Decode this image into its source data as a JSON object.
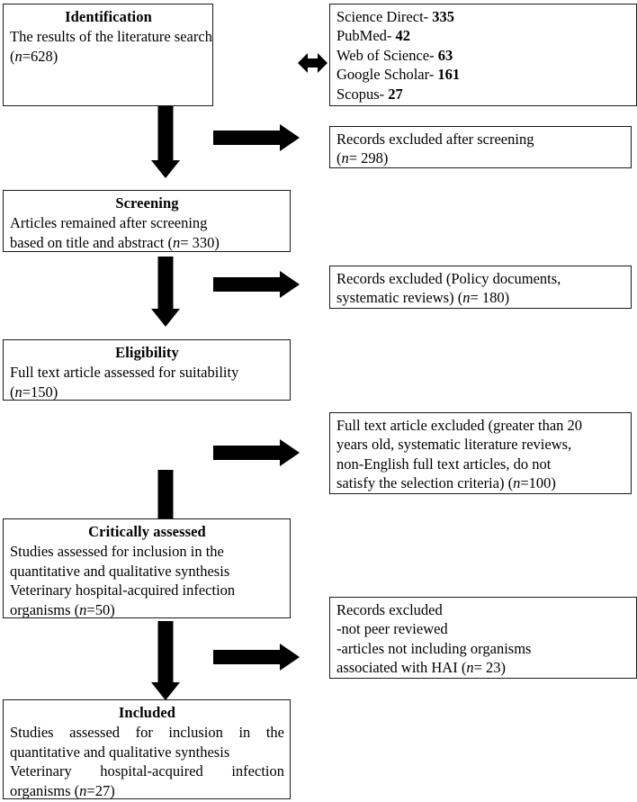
{
  "diagram": {
    "type": "prisma-flow-diagram",
    "stages": [
      {
        "id": "identification",
        "title": "Identification",
        "lines": [
          "The results of the literature search",
          "(n=628)"
        ]
      },
      {
        "id": "screening",
        "title": "Screening",
        "lines": [
          "Articles remained after screening",
          "based on title and abstract (n= 330)"
        ]
      },
      {
        "id": "eligibility",
        "title": "Eligibility",
        "lines": [
          "Full text article assessed for suitability",
          "(n=150)"
        ]
      },
      {
        "id": "critically-assessed",
        "title": "Critically assessed",
        "lines": [
          "Studies assessed for inclusion in the",
          "quantitative and qualitative synthesis",
          "Veterinary hospital-acquired infection",
          "organisms (n=50)"
        ]
      },
      {
        "id": "included",
        "title": "Included",
        "lines": [
          "Studies assessed for inclusion in the",
          "quantitative and qualitative synthesis",
          "Veterinary hospital-acquired infection",
          "organisms (n=27)"
        ]
      }
    ],
    "sources": {
      "id": "database-sources",
      "items": [
        {
          "name": "Science Direct-",
          "count": "335"
        },
        {
          "name": "PubMed-",
          "count": "42"
        },
        {
          "name": "Web of Science-",
          "count": "63"
        },
        {
          "name": "Google Scholar-",
          "count": "161"
        },
        {
          "name": "Scopus-",
          "count": "27"
        }
      ]
    },
    "exclusions": [
      {
        "id": "excluded-after-screening",
        "lines": [
          "Records excluded after screening",
          "(n= 298)"
        ]
      },
      {
        "id": "excluded-policy-documents",
        "lines": [
          "Records excluded (Policy documents,",
          "systematic reviews) (n= 180)"
        ]
      },
      {
        "id": "excluded-full-text",
        "lines": [
          "Full text article excluded (greater than 20",
          "years old, systematic literature reviews,",
          "non-English full text articles, do not",
          "satisfy the selection criteria) (n=100)"
        ]
      },
      {
        "id": "excluded-not-peer-reviewed",
        "lines": [
          "Records excluded",
          "-not peer reviewed",
          "-articles not including organisms",
          "associated with HAI (n= 23)"
        ]
      }
    ],
    "arrows": [
      {
        "id": "identification-to-sources",
        "kind": "double-headed-horizontal"
      },
      {
        "id": "identification-down",
        "kind": "down"
      },
      {
        "id": "to-excluded-after-screening",
        "kind": "right"
      },
      {
        "id": "screening-down",
        "kind": "down"
      },
      {
        "id": "to-excluded-policy-documents",
        "kind": "right"
      },
      {
        "id": "eligibility-down",
        "kind": "down"
      },
      {
        "id": "to-excluded-full-text",
        "kind": "right"
      },
      {
        "id": "critically-assessed-down",
        "kind": "down"
      },
      {
        "id": "to-excluded-not-peer-reviewed",
        "kind": "right"
      }
    ],
    "colors": {
      "stroke": "#1a1a1a",
      "arrow": "#000000",
      "background": "#ffffff",
      "text": "#000000"
    }
  }
}
